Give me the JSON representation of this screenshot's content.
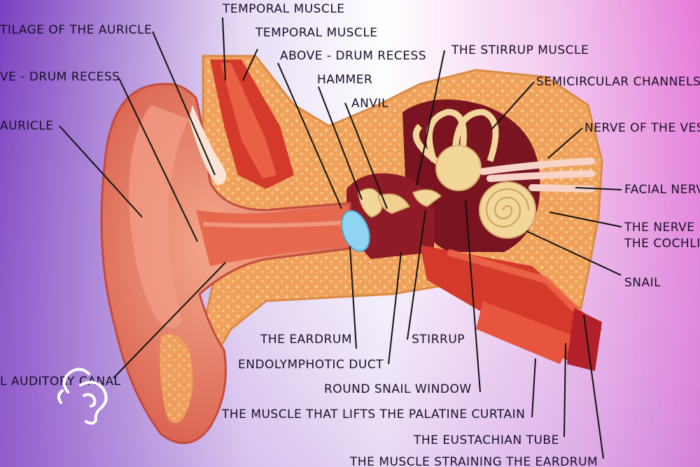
{
  "colors": {
    "bg_left": "#7a3fc0",
    "bg_mid": "#ffffff",
    "bg_right": "#e57ad8",
    "skin": "#e8806a",
    "cartilage": "#f4b075",
    "muscle": "#d43a2c",
    "drum": "#8fd4f0",
    "inner": "#f3d69a",
    "dark_red": "#7a1420"
  },
  "labels": [
    "TEMPORAL MUSCLE",
    "TEMPORAL MUSCLE",
    "TILAGE OF THE AURICLE",
    "ABOVE - DRUM RECESS",
    "VE - DRUM RECESS",
    "THE STIRRUP MUSCLE",
    "HAMMER",
    "SEMICIRCULAR CHANNELS",
    "ANVIL",
    "AURICLE",
    "NERVE OF THE VES",
    "FACIAL NERV",
    "THE NERVE",
    "THE COCHLI",
    "SNAIL",
    "THE EARDRUM",
    "STIRRUP",
    "ENDOLYMPHOTIC DUCT",
    "L AUDITORY CANAL",
    "ROUND SNAIL WINDOW",
    "THE MUSCLE THAT LIFTS THE PALATINE CURTAIN",
    "THE EUSTACHIAN TUBE",
    "THE MUSCLE STRAINING THE EARDRUM"
  ],
  "logo_icon": "ear-outline-icon"
}
